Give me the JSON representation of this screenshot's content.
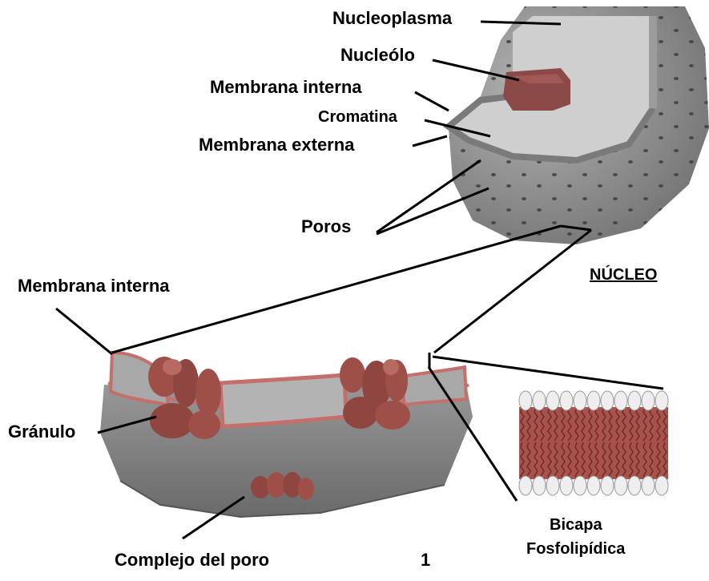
{
  "labels": {
    "nucleoplasma": "Nucleoplasma",
    "nucleolo": "Nucleólo",
    "membrana_interna_top": "Membrana interna",
    "cromatina": "Cromatina",
    "membrana_externa": "Membrana externa",
    "poros": "Poros",
    "nucleo": "NÚCLEO",
    "membrana_interna_left": "Membrana interna",
    "granulo": "Gránulo",
    "complejo_del_poro": "Complejo del poro",
    "figure_number": "1",
    "bicapa_line1": "Bicapa",
    "bicapa_line2": "Fosfolipídica"
  },
  "colors": {
    "nucleus_gray": "#8a8a8a",
    "nucleus_light": "#c8c8c8",
    "nucleolus": "#8b4a48",
    "membrane_pink": "#c46f6a",
    "granule": "#9e5048",
    "bilayer_red": "#a9524c",
    "head_white": "#eeeeee"
  }
}
